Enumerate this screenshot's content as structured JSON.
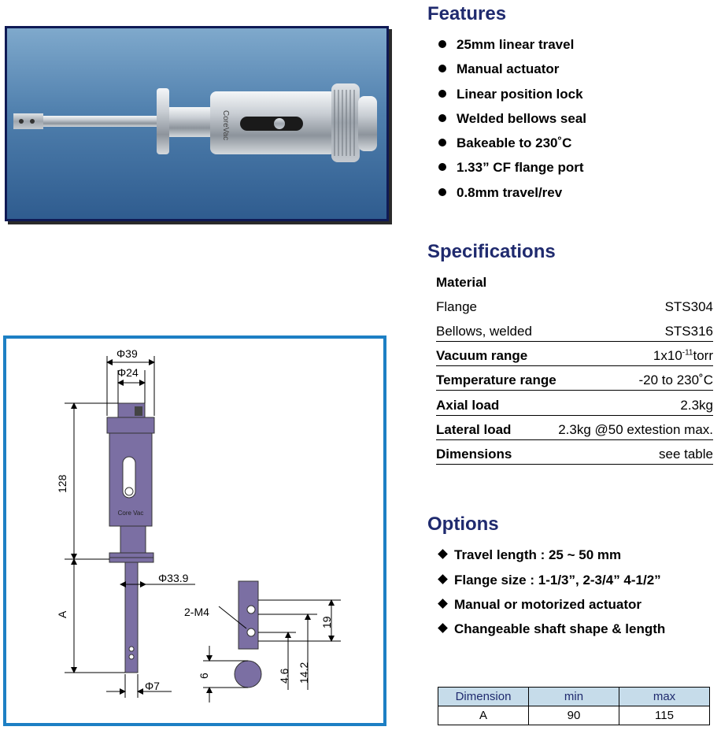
{
  "features": {
    "title": "Features",
    "items": [
      "25mm linear travel",
      "Manual actuator",
      "Linear position lock",
      "Welded bellows seal",
      "Bakeable to 230˚C",
      "1.33” CF flange port",
      "0.8mm travel/rev"
    ]
  },
  "specifications": {
    "title": "Specifications",
    "material_heading": "Material",
    "rows": [
      {
        "label": "Flange",
        "value": "STS304"
      },
      {
        "label": "Bellows, welded",
        "value": "STS316"
      },
      {
        "label": "Vacuum range",
        "value": "1x10",
        "value_sup": "-11",
        "value_suffix": "torr"
      },
      {
        "label": "Temperature range",
        "value": "-20 to 230˚C"
      },
      {
        "label": "Axial load",
        "value": "2.3kg"
      },
      {
        "label": "Lateral load",
        "value": "2.3kg @50 extestion max."
      },
      {
        "label": "Dimensions",
        "value": "see table"
      }
    ]
  },
  "options": {
    "title": "Options",
    "items": [
      "Travel length : 25 ~ 50 mm",
      "Flange size : 1-1/3”, 2-3/4” 4-1/2”",
      "Manual or motorized actuator",
      "Changeable shaft shape & length"
    ]
  },
  "dimension_table": {
    "headers": [
      "Dimension",
      "min",
      "max"
    ],
    "rows": [
      [
        "A",
        "90",
        "115"
      ]
    ]
  },
  "photo": {
    "brand": "CoreVac"
  },
  "drawing": {
    "labels": {
      "phi39": "Φ39",
      "phi24": "Φ24",
      "d128": "128",
      "phi339": "Φ33.9",
      "a": "A",
      "phi7": "Φ7",
      "m4": "2-M4",
      "d19": "19",
      "d6": "6",
      "d46": "4.6",
      "d142": "14.2",
      "brand": "Core Vac"
    }
  },
  "colors": {
    "heading": "#1f2a6e",
    "photo_frame": "#0f1a55",
    "drawing_frame": "#1d7fc4",
    "part_fill": "#7b6fa3",
    "table_header": "#c6dcea"
  }
}
